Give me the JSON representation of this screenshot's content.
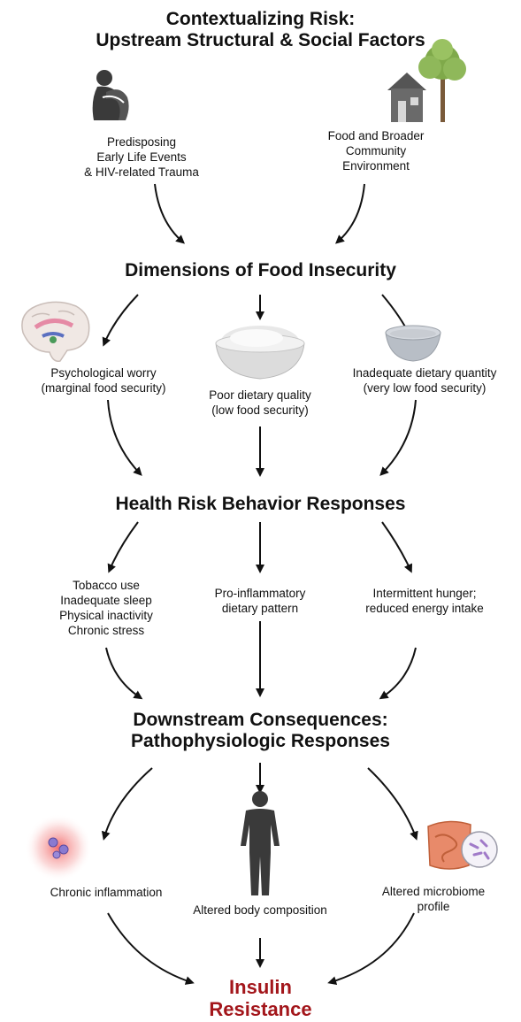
{
  "top": {
    "title_line1": "Contextualizing Risk:",
    "title_line2": "Upstream Structural & Social Factors",
    "left_label": [
      "Predisposing",
      "Early Life Events",
      "& HIV-related Trauma"
    ],
    "right_label": [
      "Food and Broader",
      "Community",
      "Environment"
    ]
  },
  "food_insecurity": {
    "title": "Dimensions of Food Insecurity",
    "left_label": [
      "Psychological worry",
      "(marginal food security)"
    ],
    "center_label": [
      "Poor dietary quality",
      "(low food security)"
    ],
    "right_label": [
      "Inadequate dietary quantity",
      "(very low food security)"
    ]
  },
  "behavior": {
    "title": "Health Risk Behavior Responses",
    "left_label": [
      "Tobacco use",
      "Inadequate sleep",
      "Physical inactivity",
      "Chronic stress"
    ],
    "center_label": [
      "Pro-inflammatory",
      "dietary pattern"
    ],
    "right_label": [
      "Intermittent hunger;",
      "reduced energy intake"
    ]
  },
  "downstream": {
    "title_line1": "Downstream Consequences:",
    "title_line2": "Pathophysiologic Responses",
    "left_label": [
      "Chronic inflammation"
    ],
    "center_label": [
      "Altered body composition"
    ],
    "right_label": [
      "Altered microbiome",
      "profile"
    ]
  },
  "outcome": {
    "line1": "Insulin",
    "line2": "Resistance"
  },
  "colors": {
    "outcome": "#a3161b",
    "arrow": "#111111",
    "icon_dark": "#3a3a3a"
  },
  "icons": [
    "person-hugging-knees-icon",
    "house-tree-icon",
    "brain-icon",
    "full-bowl-icon",
    "empty-bowl-icon",
    "inflammation-cells-icon",
    "human-body-icon",
    "intestine-microbiome-icon"
  ]
}
